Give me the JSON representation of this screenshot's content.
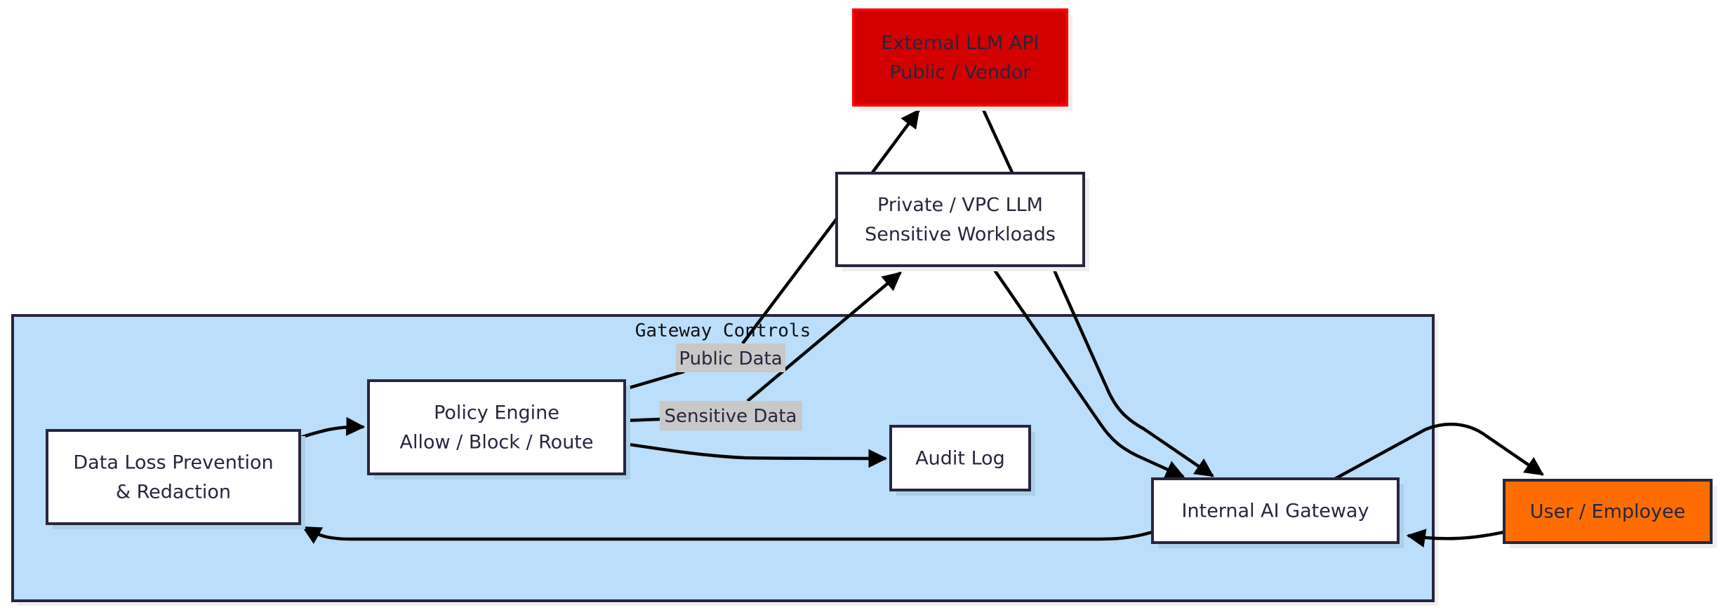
{
  "diagram": {
    "cluster": {
      "title": "Gateway Controls",
      "fill": "#bbdefa",
      "stroke": "#26263e"
    },
    "nodes": {
      "external": {
        "lines": [
          "External LLM API",
          "Public / Vendor"
        ],
        "fill": "#d30000",
        "stroke": "#ff0000"
      },
      "private": {
        "lines": [
          "Private / VPC LLM",
          "Sensitive Workloads"
        ],
        "fill": "#ffffff",
        "stroke": "#26263e"
      },
      "policy": {
        "lines": [
          "Policy Engine",
          "Allow / Block / Route"
        ],
        "fill": "#ffffff",
        "stroke": "#26263e"
      },
      "dlp": {
        "lines": [
          "Data Loss Prevention",
          "& Redaction"
        ],
        "fill": "#ffffff",
        "stroke": "#26263e"
      },
      "audit": {
        "lines": [
          "Audit Log"
        ],
        "fill": "#ffffff",
        "stroke": "#26263e"
      },
      "gateway": {
        "lines": [
          "Internal AI Gateway"
        ],
        "fill": "#ffffff",
        "stroke": "#26263e"
      },
      "user": {
        "lines": [
          "User / Employee"
        ],
        "fill": "#ff6d00",
        "stroke": "#26263e"
      }
    },
    "edges": [
      {
        "from": "user",
        "to": "gateway",
        "label": ""
      },
      {
        "from": "gateway",
        "to": "dlp",
        "label": ""
      },
      {
        "from": "dlp",
        "to": "policy",
        "label": ""
      },
      {
        "from": "policy",
        "to": "external",
        "label": "Public Data"
      },
      {
        "from": "policy",
        "to": "private",
        "label": "Sensitive Data"
      },
      {
        "from": "policy",
        "to": "audit",
        "label": ""
      },
      {
        "from": "external",
        "to": "gateway",
        "label": ""
      },
      {
        "from": "private",
        "to": "gateway",
        "label": ""
      },
      {
        "from": "gateway",
        "to": "user",
        "label": ""
      }
    ],
    "edge_label_bg": "#c8c8c8"
  }
}
